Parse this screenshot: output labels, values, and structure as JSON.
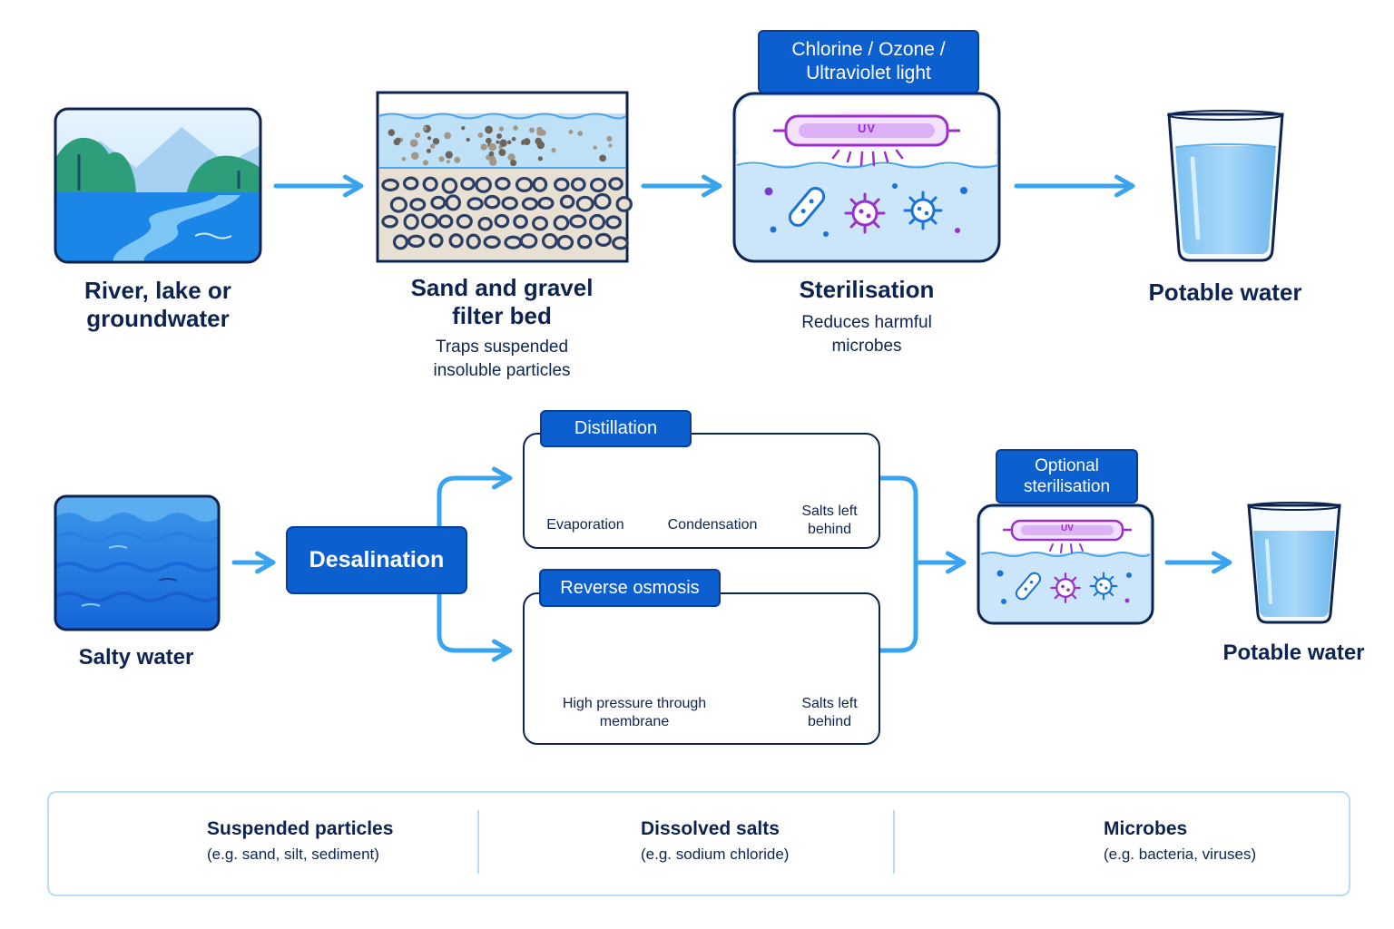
{
  "top_row": {
    "source_label": "River, lake or groundwater",
    "filter_label": "Sand and gravel filter bed",
    "filter_sub": "Traps suspended insoluble particles",
    "steril_tag": "Chlorine / Ozone / Ultraviolet light",
    "steril_label": "Sterilisation",
    "steril_sub": "Reduces harmful microbes",
    "uv_text": "UV",
    "output_label": "Potable water"
  },
  "bottom_row": {
    "source_label": "Salty water",
    "desal_label": "Desalination",
    "distillation": {
      "tag": "Distillation",
      "evaporation": "Evaporation",
      "condensation": "Condensation",
      "salts_left": "Salts left behind"
    },
    "reverse_osmosis": {
      "tag": "Reverse osmosis",
      "membrane": "High pressure through membrane",
      "salts_left": "Salts left behind"
    },
    "optional_tag": "Optional sterilisation",
    "uv_text": "UV",
    "output_label": "Potable water"
  },
  "legend": [
    {
      "title": "Suspended particles",
      "sub": "(e.g. sand, silt, sediment)",
      "icon": "particles-icon"
    },
    {
      "title": "Dissolved salts",
      "sub": "(e.g. sodium chloride)",
      "icon": "salt-crystals-icon"
    },
    {
      "title": "Microbes",
      "sub": "(e.g. bacteria, viruses)",
      "icon": "microbe-icon"
    }
  ],
  "colors": {
    "navy": "#0d2350",
    "blue": "#0b5fcf",
    "arrow": "#3aa3ef",
    "water": "#8fc9f4",
    "microbe": "#9b2fc9"
  }
}
